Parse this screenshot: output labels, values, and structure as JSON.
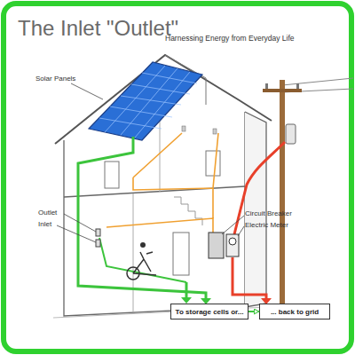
{
  "diagram": {
    "title": "The Inlet \"Outlet\"",
    "nodes": [
      {
        "text": [
          "To storage cells or..."
        ]
      },
      {
        "text": [
          "... back to grid"
        ]
      }
    ],
    "edges": [
      {
        "from": 0,
        "to": 1,
        "arrow": "to"
      }
    ],
    "labels": [
      "Harnessing Energy from Everyday Life",
      "Solar Panels",
      "Outlet",
      "Inlet",
      "Circuit Breaker",
      "Electric Meter"
    ]
  }
}
